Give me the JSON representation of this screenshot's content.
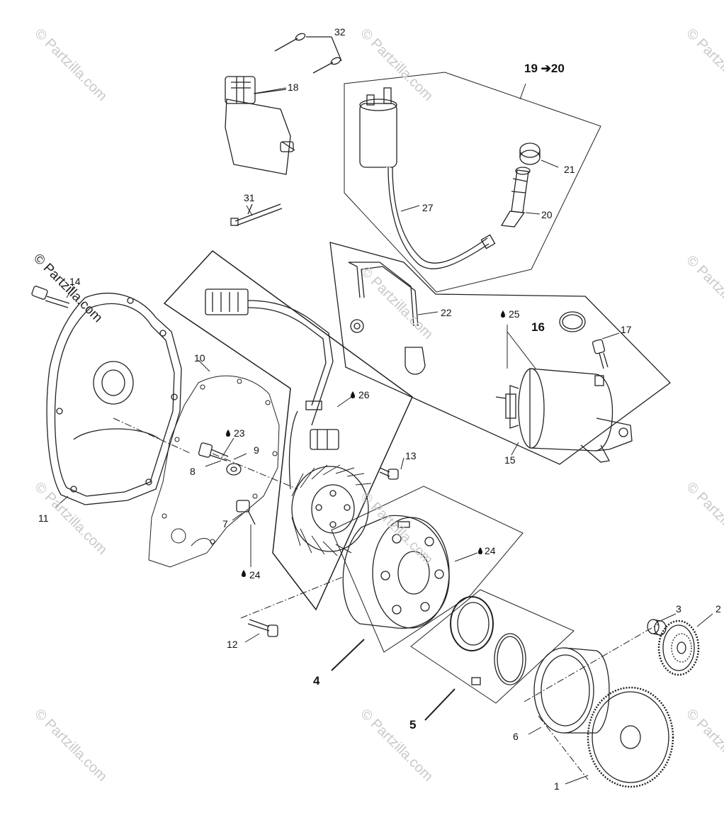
{
  "watermark": {
    "text": "© Partzilla.com",
    "corner_text": "© Partzilla.com"
  },
  "callouts": [
    {
      "id": "c1",
      "text": "1"
    },
    {
      "id": "c2",
      "text": "2"
    },
    {
      "id": "c3",
      "text": "3"
    },
    {
      "id": "c4",
      "text": "4"
    },
    {
      "id": "c5",
      "text": "5"
    },
    {
      "id": "c6",
      "text": "6"
    },
    {
      "id": "c7",
      "text": "7"
    },
    {
      "id": "c8",
      "text": "8"
    },
    {
      "id": "c9",
      "text": "9"
    },
    {
      "id": "c10",
      "text": "10"
    },
    {
      "id": "c11",
      "text": "11"
    },
    {
      "id": "c12",
      "text": "12"
    },
    {
      "id": "c13",
      "text": "13"
    },
    {
      "id": "c14",
      "text": "14"
    },
    {
      "id": "c15",
      "text": "15"
    },
    {
      "id": "c16",
      "text": "16"
    },
    {
      "id": "c17",
      "text": "17"
    },
    {
      "id": "c18",
      "text": "18"
    },
    {
      "id": "c1920",
      "text": "19 ➔20"
    },
    {
      "id": "c20",
      "text": "20"
    },
    {
      "id": "c21",
      "text": "21"
    },
    {
      "id": "c22",
      "text": "22"
    },
    {
      "id": "c23",
      "text": "23"
    },
    {
      "id": "c24a",
      "text": "24"
    },
    {
      "id": "c24b",
      "text": "24"
    },
    {
      "id": "c25",
      "text": "25"
    },
    {
      "id": "c26",
      "text": "26"
    },
    {
      "id": "c27",
      "text": "27"
    },
    {
      "id": "c31",
      "text": "31"
    },
    {
      "id": "c32",
      "text": "32"
    }
  ],
  "colors": {
    "line": "#222222",
    "watermark": "#c9c9c9"
  }
}
